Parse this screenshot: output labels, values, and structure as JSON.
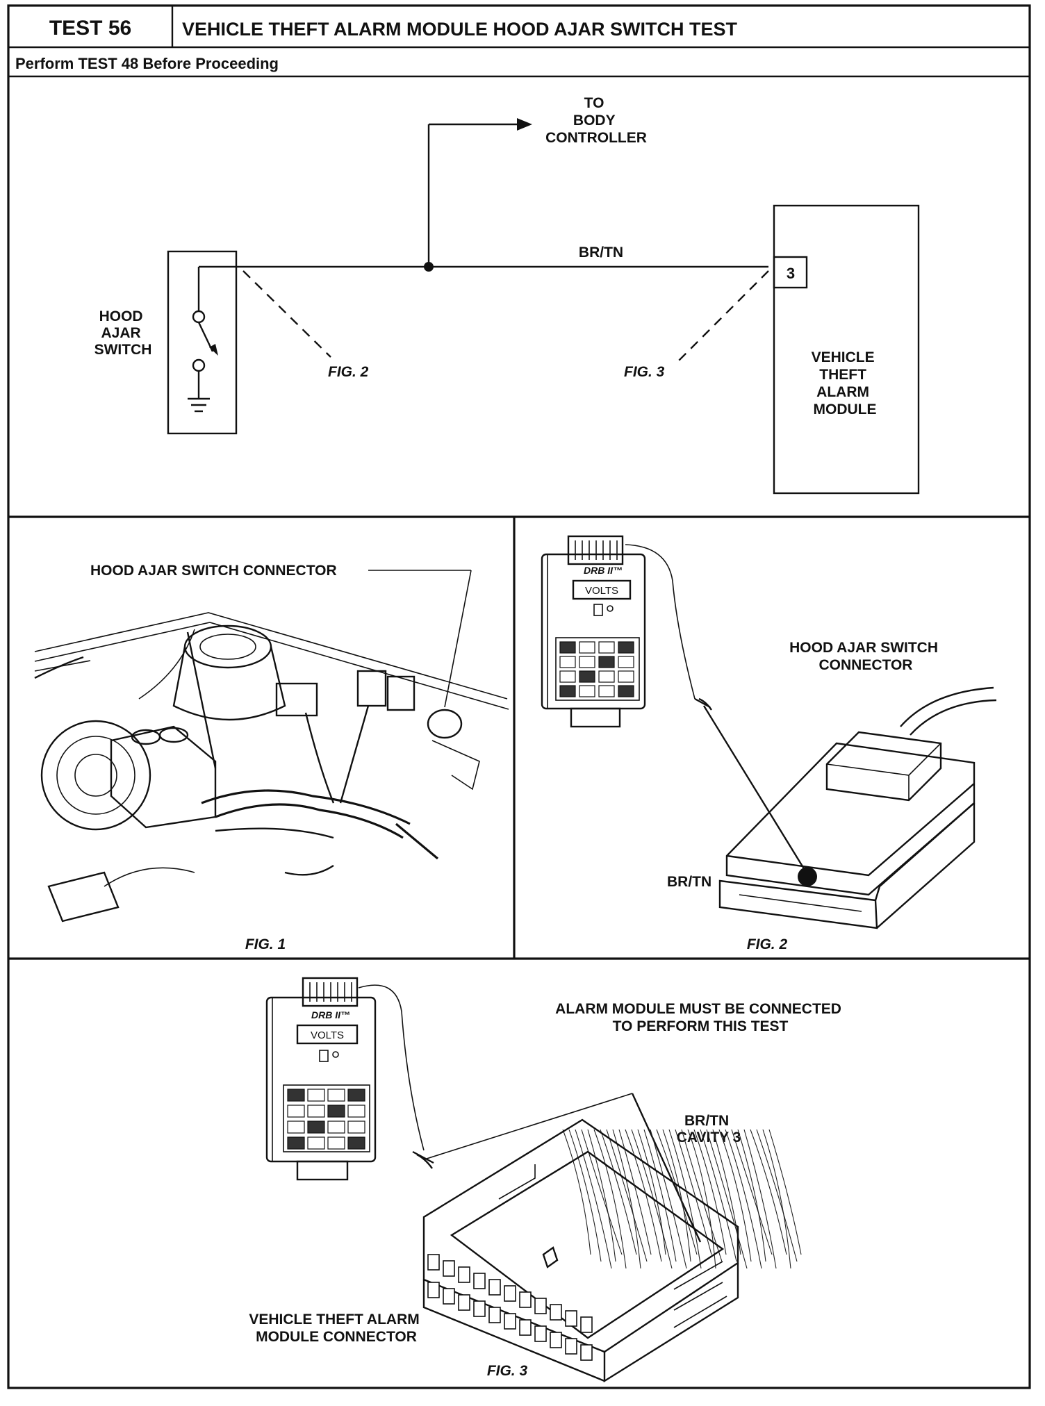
{
  "header": {
    "test_number": "TEST 56",
    "title": "VEHICLE THEFT ALARM MODULE HOOD AJAR SWITCH TEST",
    "prerequisite": "Perform TEST 48 Before Proceeding"
  },
  "schematic": {
    "to_body_controller": [
      "TO",
      "BODY",
      "CONTROLLER"
    ],
    "wire_label": "BR/TN",
    "switch_label": [
      "HOOD",
      "AJAR",
      "SWITCH"
    ],
    "module_label": [
      "VEHICLE",
      "THEFT",
      "ALARM",
      "MODULE"
    ],
    "terminal_number": "3",
    "fig2_ref": "FIG. 2",
    "fig3_ref": "FIG. 3"
  },
  "fig1": {
    "callout": "HOOD AJAR SWITCH CONNECTOR",
    "caption": "FIG. 1"
  },
  "fig2": {
    "tester_brand": "DRB II™",
    "tester_display": "VOLTS",
    "connector_label": [
      "HOOD AJAR SWITCH",
      "CONNECTOR"
    ],
    "wire_label": "BR/TN",
    "caption": "FIG. 2"
  },
  "fig3": {
    "tester_brand": "DRB II™",
    "tester_display": "VOLTS",
    "note": [
      "ALARM MODULE MUST BE CONNECTED",
      "TO PERFORM THIS TEST"
    ],
    "wire_label": [
      "BR/TN",
      "CAVITY 3"
    ],
    "connector_label": [
      "VEHICLE THEFT ALARM",
      "MODULE CONNECTOR"
    ],
    "caption": "FIG. 3"
  }
}
